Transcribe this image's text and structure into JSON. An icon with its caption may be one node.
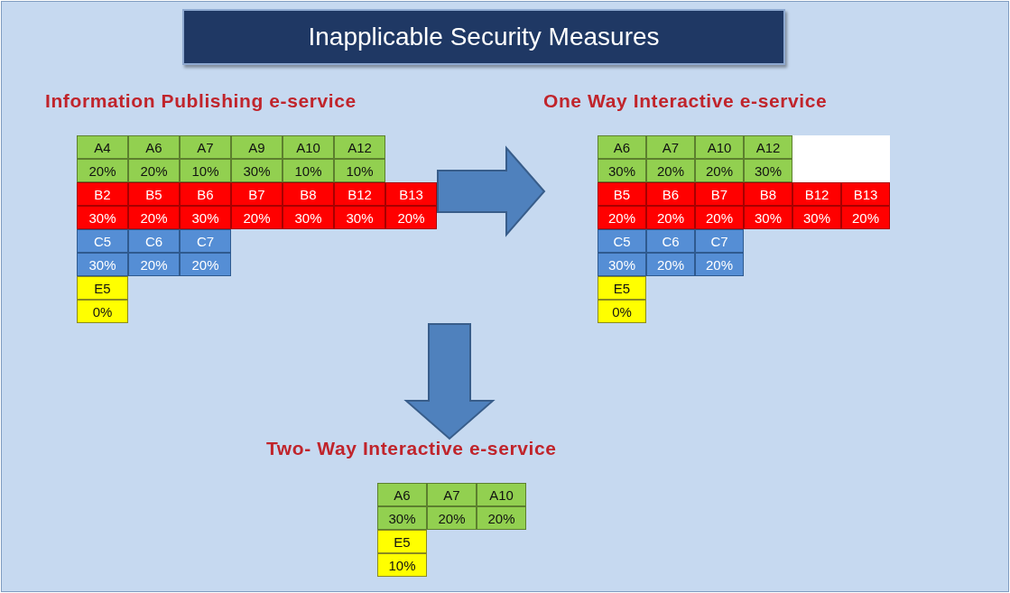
{
  "diagram": {
    "title": "Inapplicable Security Measures",
    "nodes": [
      {
        "text": [
          "Information Publishing e-service"
        ]
      },
      {
        "text": [
          "A4"
        ],
        "in": 0
      },
      {
        "text": [
          "A6"
        ],
        "in": 0
      },
      {
        "text": [
          "A7"
        ],
        "in": 0
      },
      {
        "text": [
          "A9"
        ],
        "in": 0
      },
      {
        "text": [
          "A10"
        ],
        "in": 0
      },
      {
        "text": [
          "A12"
        ],
        "in": 0
      },
      {
        "text": [
          "20%"
        ],
        "in": 0
      },
      {
        "text": [
          "20%"
        ],
        "in": 0
      },
      {
        "text": [
          "10%"
        ],
        "in": 0
      },
      {
        "text": [
          "30%"
        ],
        "in": 0
      },
      {
        "text": [
          "10%"
        ],
        "in": 0
      },
      {
        "text": [
          "10%"
        ],
        "in": 0
      },
      {
        "text": [
          "B2"
        ],
        "in": 0
      },
      {
        "text": [
          "B5"
        ],
        "in": 0
      },
      {
        "text": [
          "B6"
        ],
        "in": 0
      },
      {
        "text": [
          "B7"
        ],
        "in": 0
      },
      {
        "text": [
          "B8"
        ],
        "in": 0
      },
      {
        "text": [
          "B12"
        ],
        "in": 0
      },
      {
        "text": [
          "B13"
        ],
        "in": 0
      },
      {
        "text": [
          "30%"
        ],
        "in": 0
      },
      {
        "text": [
          "20%"
        ],
        "in": 0
      },
      {
        "text": [
          "30%"
        ],
        "in": 0
      },
      {
        "text": [
          "20%"
        ],
        "in": 0
      },
      {
        "text": [
          "30%"
        ],
        "in": 0
      },
      {
        "text": [
          "30%"
        ],
        "in": 0
      },
      {
        "text": [
          "20%"
        ],
        "in": 0
      },
      {
        "text": [
          "C5"
        ],
        "in": 0
      },
      {
        "text": [
          "C6"
        ],
        "in": 0
      },
      {
        "text": [
          "C7"
        ],
        "in": 0
      },
      {
        "text": [
          "30%"
        ],
        "in": 0
      },
      {
        "text": [
          "20%"
        ],
        "in": 0
      },
      {
        "text": [
          "20%"
        ],
        "in": 0
      },
      {
        "text": [
          "E5"
        ],
        "in": 0
      },
      {
        "text": [
          "0%"
        ],
        "in": 0
      },
      {
        "text": [
          "One Way Interactive e-service"
        ]
      },
      {
        "text": [
          "A6"
        ],
        "in": 35
      },
      {
        "text": [
          "A7"
        ],
        "in": 35
      },
      {
        "text": [
          "A10"
        ],
        "in": 35
      },
      {
        "text": [
          "A12"
        ],
        "in": 35
      },
      {
        "text": [],
        "shape": "box",
        "in": 35
      },
      {
        "text": [
          "30%"
        ],
        "in": 35
      },
      {
        "text": [
          "20%"
        ],
        "in": 35
      },
      {
        "text": [
          "20%"
        ],
        "in": 35
      },
      {
        "text": [
          "30%"
        ],
        "in": 35
      },
      {
        "text": [
          "B5"
        ],
        "in": 35
      },
      {
        "text": [
          "B6"
        ],
        "in": 35
      },
      {
        "text": [
          "B7"
        ],
        "in": 35
      },
      {
        "text": [
          "B8"
        ],
        "in": 35
      },
      {
        "text": [
          "B12"
        ],
        "in": 35
      },
      {
        "text": [
          "B13"
        ],
        "in": 35
      },
      {
        "text": [
          "20%"
        ],
        "in": 35
      },
      {
        "text": [
          "20%"
        ],
        "in": 35
      },
      {
        "text": [
          "20%"
        ],
        "in": 35
      },
      {
        "text": [
          "30%"
        ],
        "in": 35
      },
      {
        "text": [
          "30%"
        ],
        "in": 35
      },
      {
        "text": [
          "20%"
        ],
        "in": 35
      },
      {
        "text": [
          "C5"
        ],
        "in": 35
      },
      {
        "text": [
          "C6"
        ],
        "in": 35
      },
      {
        "text": [
          "C7"
        ],
        "in": 35
      },
      {
        "text": [
          "30%"
        ],
        "in": 35
      },
      {
        "text": [
          "20%"
        ],
        "in": 35
      },
      {
        "text": [
          "20%"
        ],
        "in": 35
      },
      {
        "text": [
          "E5"
        ],
        "in": 35
      },
      {
        "text": [
          "0%"
        ],
        "in": 35
      },
      {
        "text": [
          "Two- Way Interactive e-service"
        ]
      },
      {
        "text": [
          "A6"
        ],
        "in": 65
      },
      {
        "text": [
          "A7"
        ],
        "in": 65
      },
      {
        "text": [
          "A10"
        ],
        "in": 65
      },
      {
        "text": [
          "30%"
        ],
        "in": 65
      },
      {
        "text": [
          "20%"
        ],
        "in": 65
      },
      {
        "text": [
          "20%"
        ],
        "in": 65
      },
      {
        "text": [
          "E5"
        ],
        "in": 65
      },
      {
        "text": [
          "10%"
        ],
        "in": 65
      }
    ],
    "edges": [
      {
        "from": 0,
        "to": 35,
        "arrow": "to"
      },
      {
        "from": 0,
        "to": 65,
        "arrow": "to"
      }
    ]
  }
}
